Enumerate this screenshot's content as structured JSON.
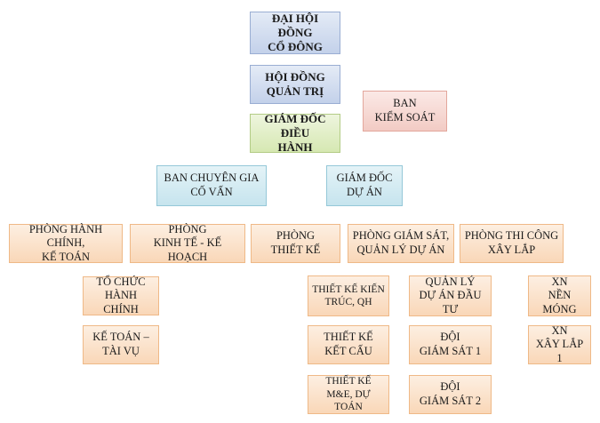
{
  "nodes": {
    "dai_hoi_dong_co_dong": "ĐẠI HỘI ĐỒNG\nCỔ ĐÔNG",
    "hoi_dong_quan_tri": "HỘI ĐỒNG\nQUẢN TRỊ",
    "ban_kiem_soat": "BAN\nKIỂM SOÁT",
    "giam_doc_dieu_hanh": "GIÁM ĐỐC ĐIỀU\nHÀNH",
    "ban_chuyen_gia_co_van": "BAN CHUYÊN GIA\nCỐ VẤN",
    "giam_doc_du_an": "GIÁM ĐỐC\nDỰ ÁN",
    "phong_hanh_chinh_ke_toan": "PHÒNG HÀNH CHÍNH,\nKẾ TOÁN",
    "phong_kinh_te_ke_hoach": "PHÒNG\nKINH TẾ - KẾ HOẠCH",
    "phong_thiet_ke": "PHÒNG\nTHIẾT KẾ",
    "phong_giam_sat_quan_ly_du_an": "PHÒNG GIÁM SÁT,\nQUẢN LÝ DỰ ÁN",
    "phong_thi_cong_xay_lap": "PHÒNG THI CÔNG\nXÂY LẮP",
    "to_chuc_hanh_chinh": "TỔ CHỨC\nHÀNH CHÍNH",
    "ke_toan_tai_vu": "KẾ TOÁN –\nTÀI VỤ",
    "thiet_ke_kien_truc_qh": "THIẾT KẾ KIẾN\nTRÚC, QH",
    "thiet_ke_ket_cau": "THIẾT KẾ\nKẾT CẤU",
    "thiet_ke_me_du_toan": "THIẾT KẾ\nM&E, DỰ TOÁN",
    "quan_ly_du_an_dau_tu": "QUẢN LÝ\nDỰ ÁN ĐẦU TƯ",
    "doi_giam_sat_1": "ĐỘI\nGIÁM SÁT 1",
    "doi_giam_sat_2": "ĐỘI\nGIÁM SÁT 2",
    "xn_nen_mong": "XN\nNỀN MÓNG",
    "xn_xay_lap_1": "XN\nXÂY LẮP 1"
  },
  "colors": {
    "governance": "#c3d1ea",
    "executive": "#d6e8b2",
    "supervisory": "#f2cbc4",
    "advisory": "#c6e4ee",
    "department": "#f9d7b8"
  }
}
